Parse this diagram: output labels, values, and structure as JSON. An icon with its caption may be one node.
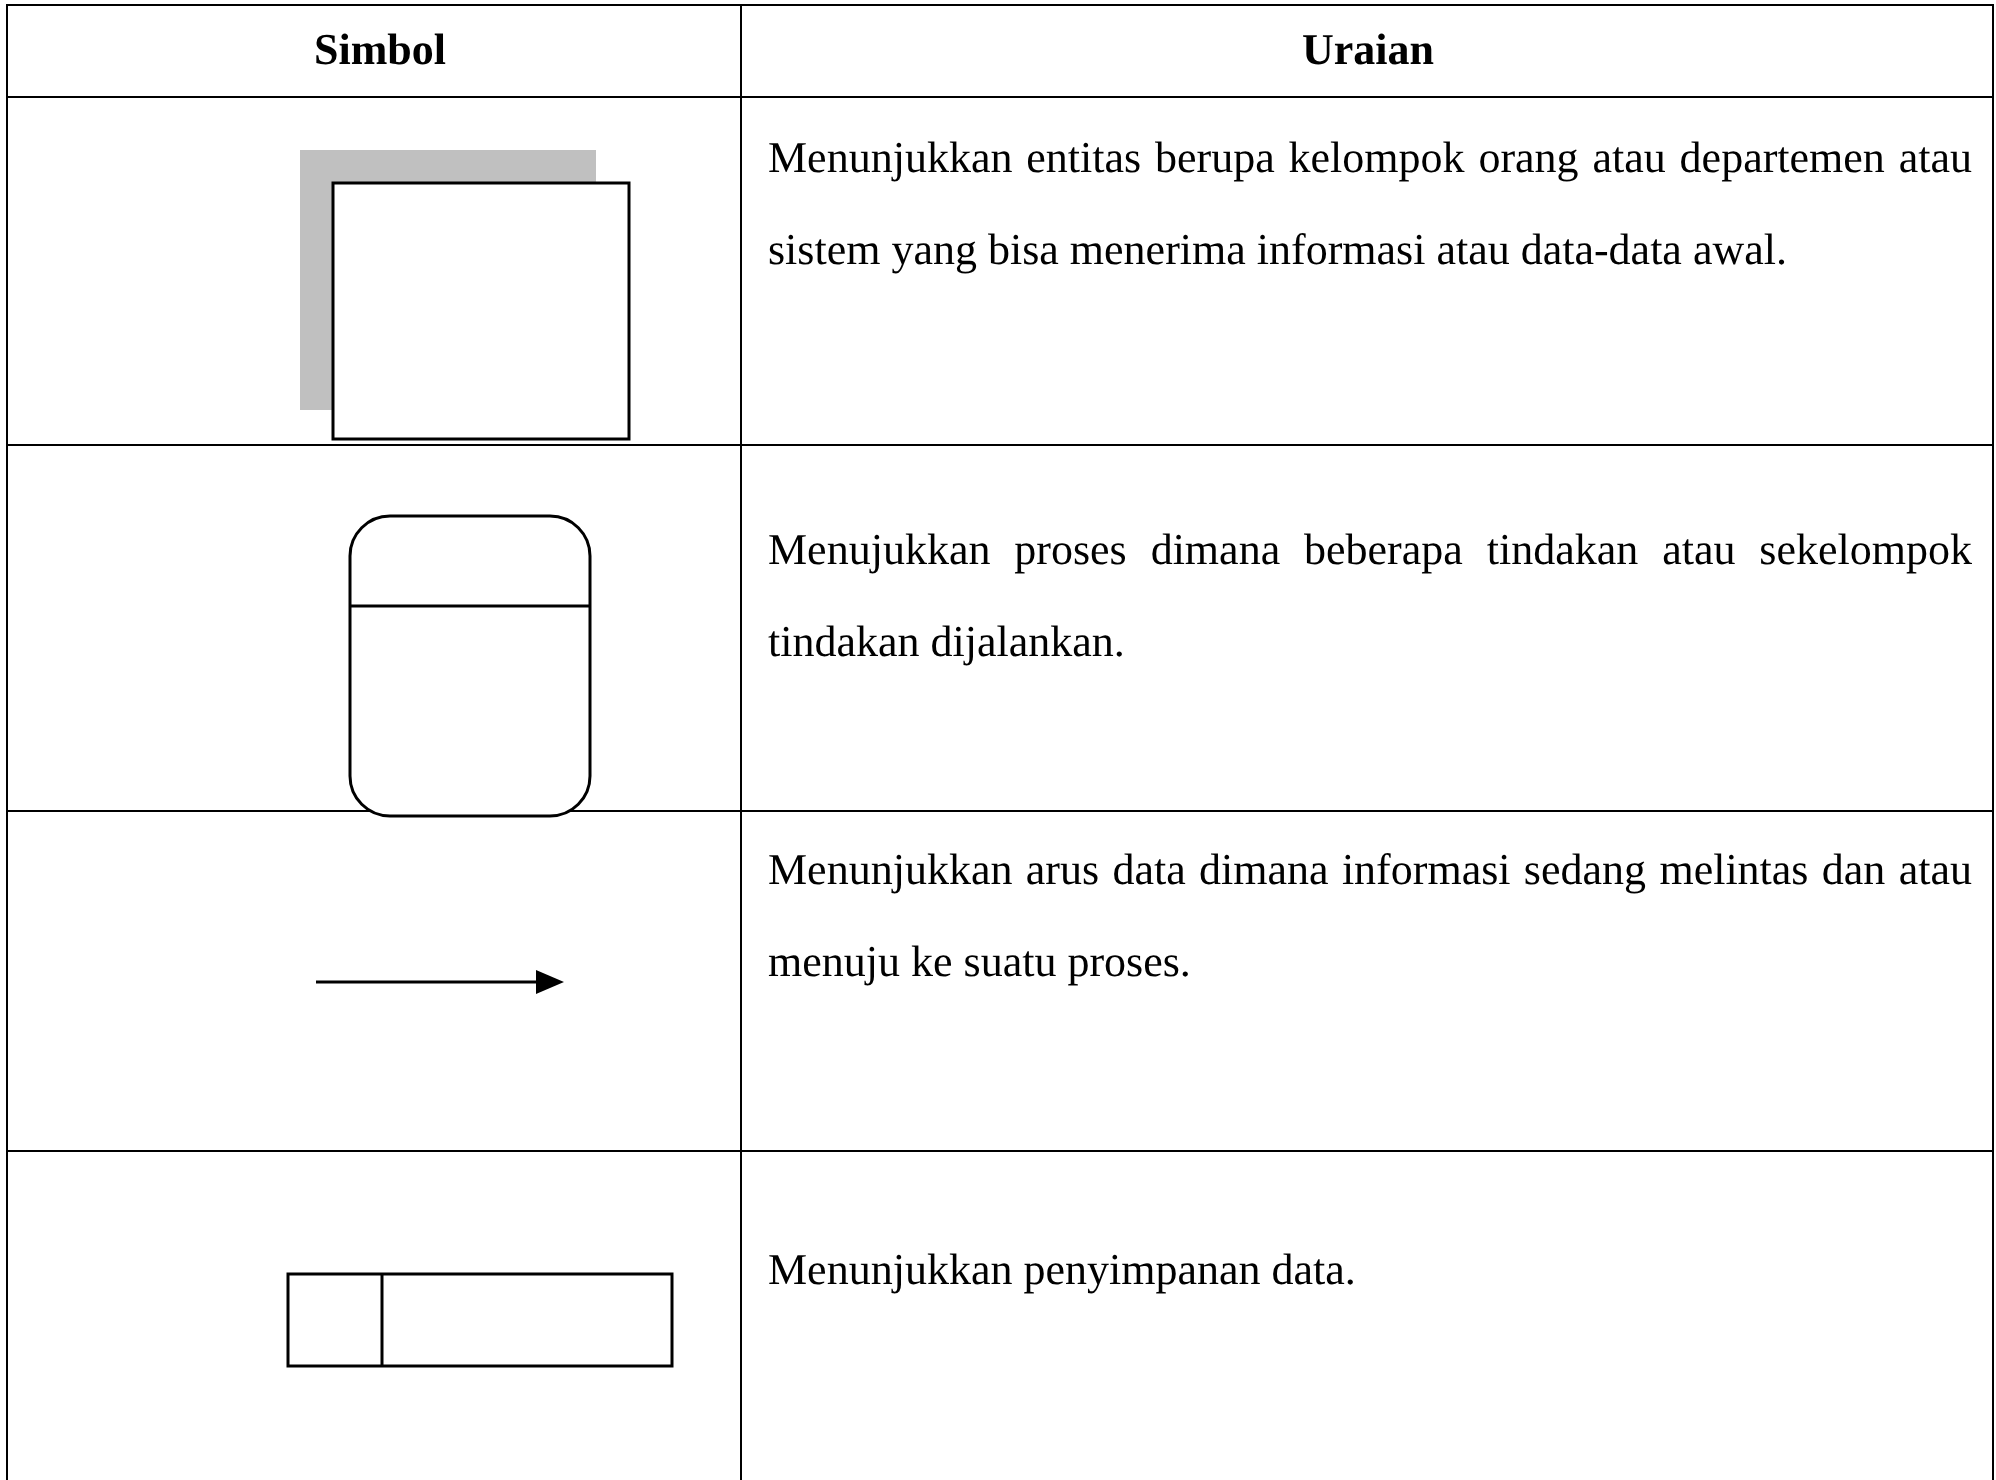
{
  "diagram": {
    "labels": [
      "Simbol",
      "Uraian",
      "Menunjukkan entitas berupa kelompok orang atau departemen atau sistem yang bisa menerima informasi atau data-data awal.",
      "Menujukkan proses dimana beberapa tindakan atau sekelompok tindakan dijalankan.",
      "Menunjukkan arus data dimana informasi sedang melintas dan atau menuju ke suatu proses.",
      "Menunjukkan penyimpanan data."
    ]
  }
}
